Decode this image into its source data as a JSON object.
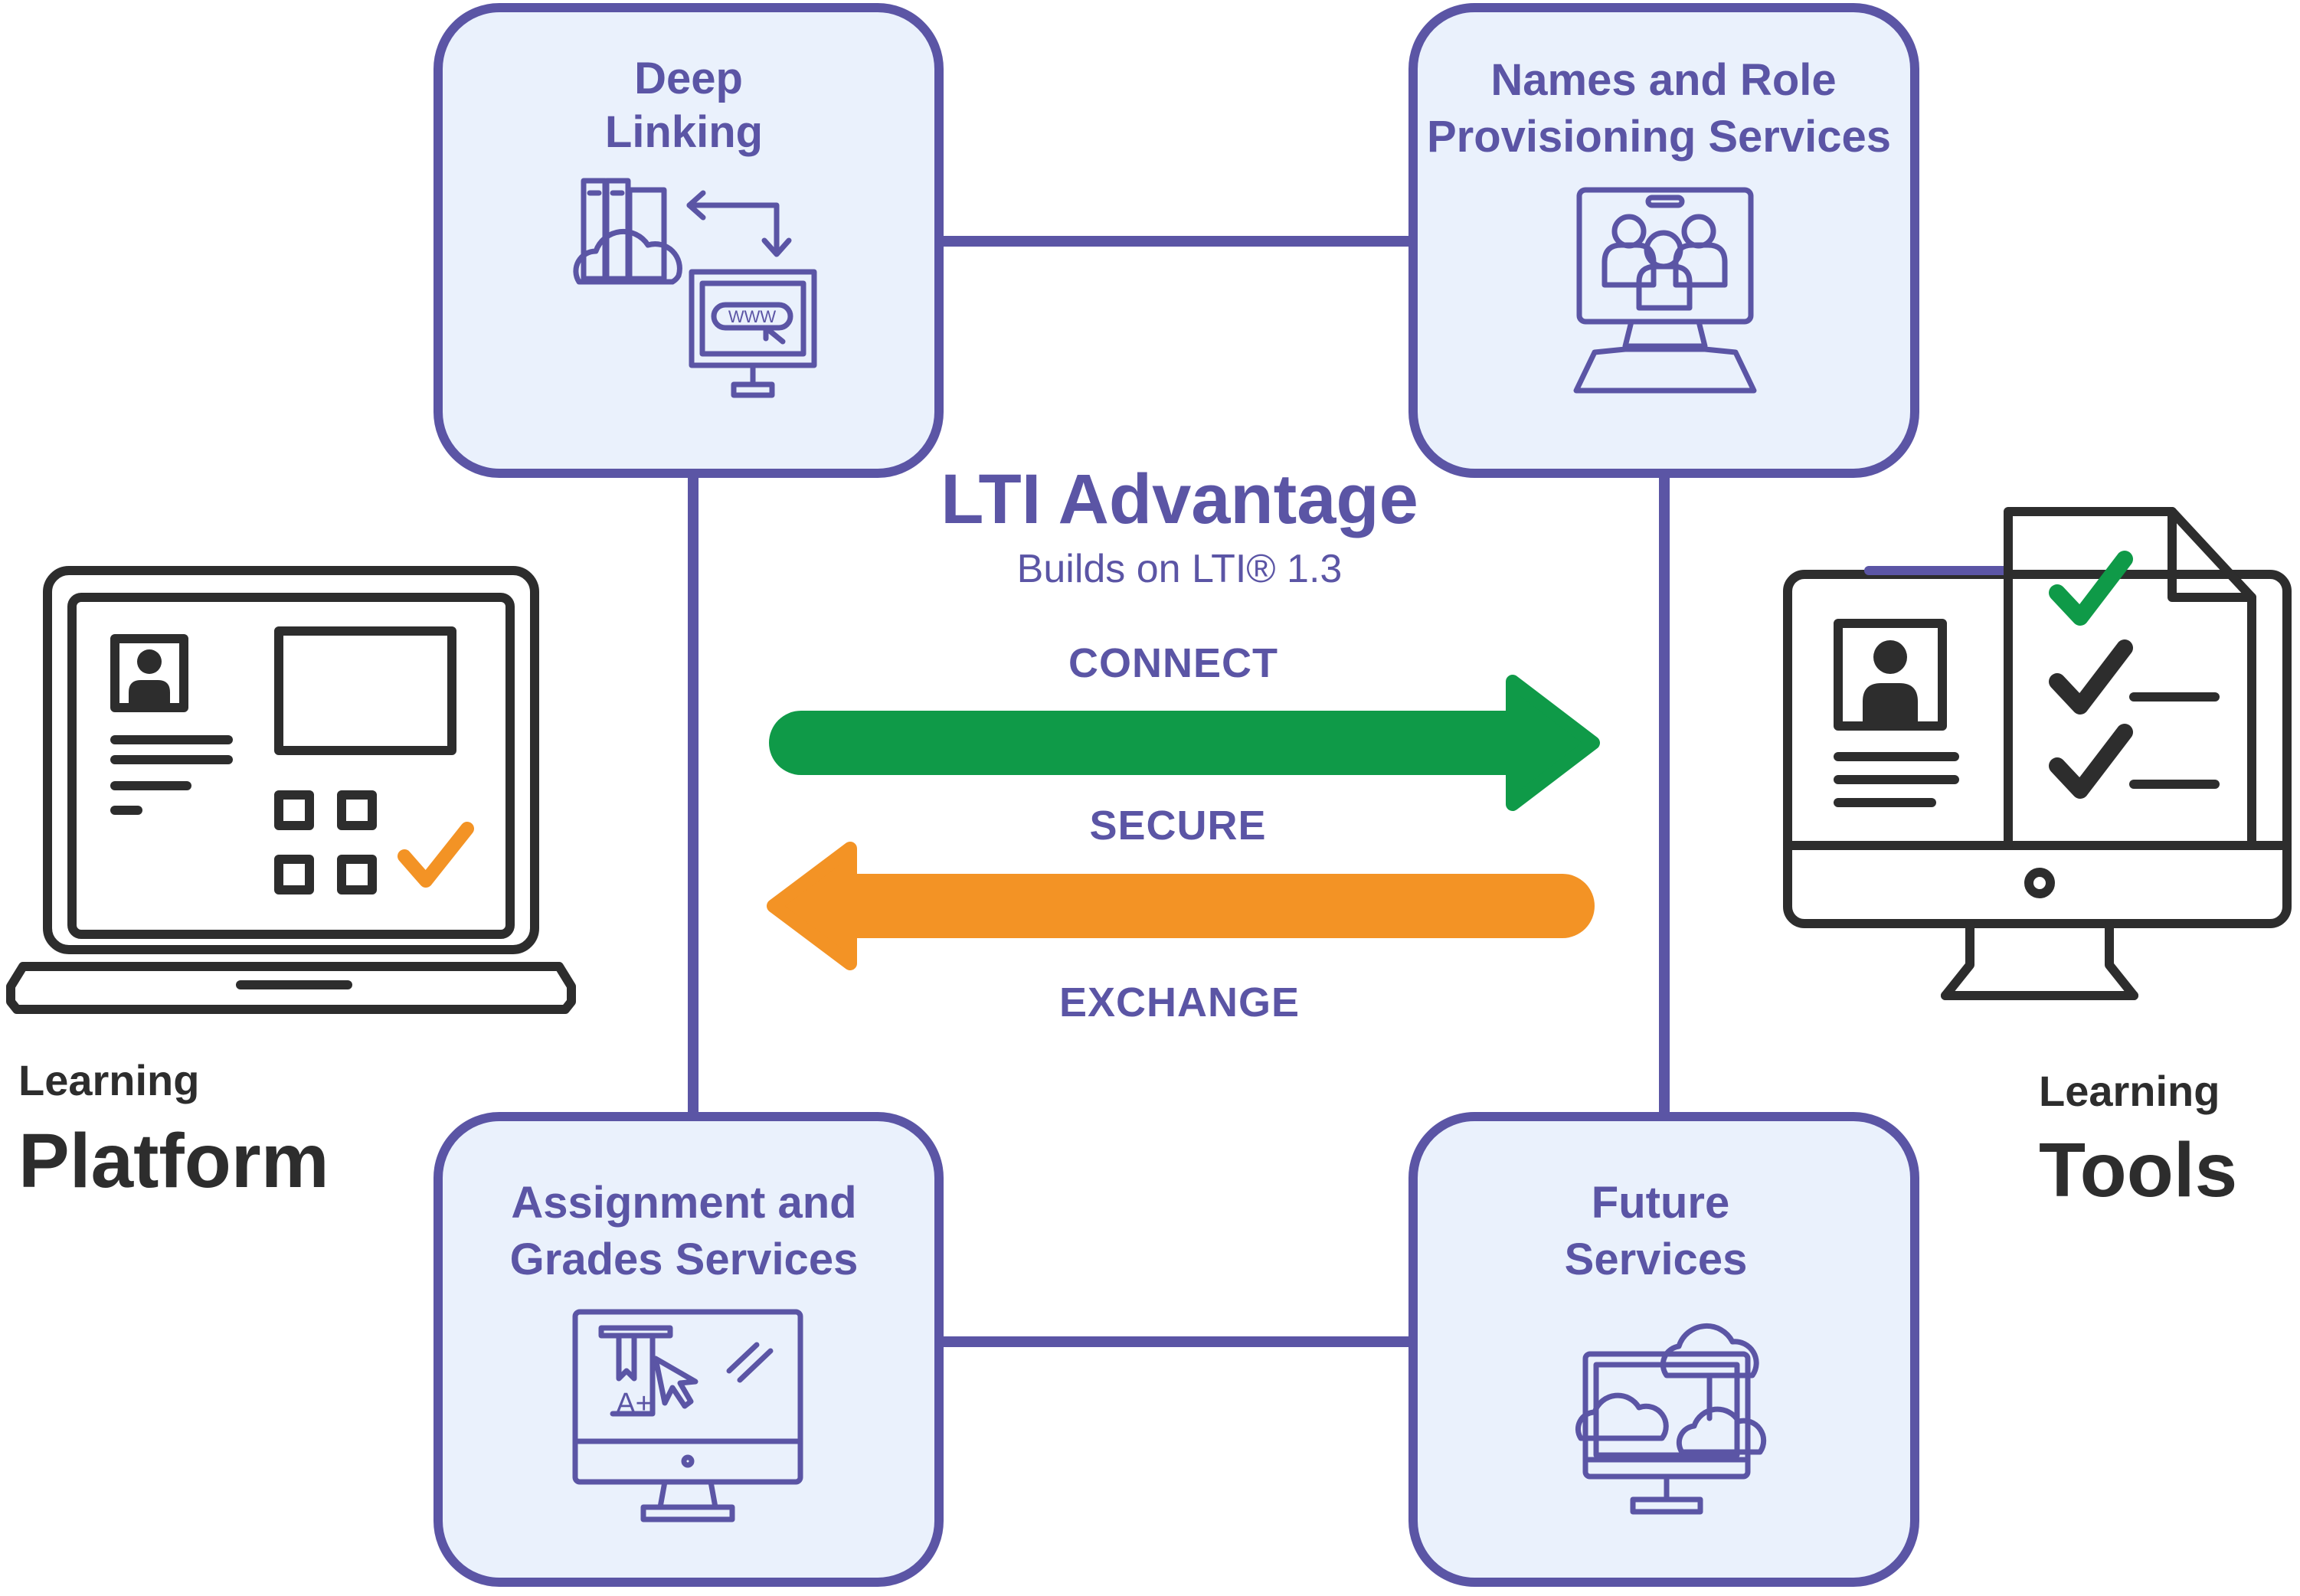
{
  "title": {
    "main": "LTI Advantage",
    "subtitle": "Builds on LTI® 1.3"
  },
  "flows": {
    "connect": "CONNECT",
    "secure": "SECURE",
    "exchange": "EXCHANGE"
  },
  "services": {
    "deep_linking": {
      "line1": "Deep",
      "line2": "Linking"
    },
    "nrps": {
      "line1": "Names and Role",
      "line2": "Provisioning Services"
    },
    "ags": {
      "line1": "Assignment and",
      "line2": "Grades Services"
    },
    "future": {
      "line1": "Future",
      "line2": "Services"
    }
  },
  "platform": {
    "line1": "Learning",
    "line2": "Platform"
  },
  "tools": {
    "line1": "Learning",
    "line2": "Tools"
  },
  "icon_text": {
    "www": "WWW",
    "grade": "A+"
  },
  "colors": {
    "accent": "#5b55a5",
    "box_fill": "#eaf1fc",
    "connect_arrow": "#0f9a48",
    "secure_arrow": "#f39325",
    "dark": "#2d2d2d"
  },
  "icons": {
    "deep_linking": "server-cloud-to-monitor-icon",
    "nrps": "monitor-group-icon",
    "ags": "monitor-grade-icon",
    "future": "monitor-clouds-icon",
    "platform": "laptop-icon",
    "tools": "desktop-checklist-icon"
  }
}
